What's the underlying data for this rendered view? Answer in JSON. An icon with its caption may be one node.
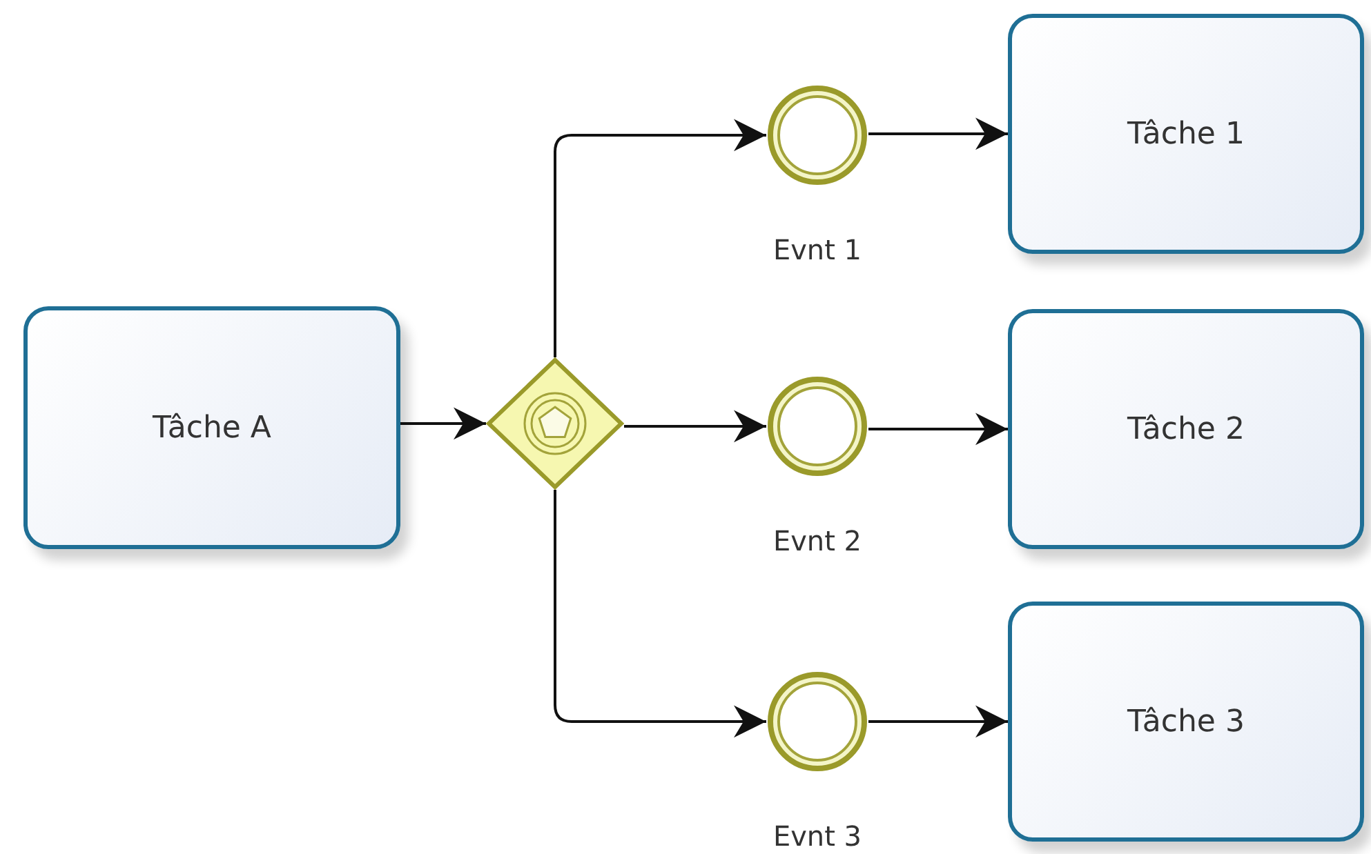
{
  "diagram": {
    "nodes": [
      {
        "text": [
          "Tâche A"
        ]
      },
      {
        "text": [],
        "shape": "diamond"
      },
      {
        "text": [],
        "shape": "circle",
        "beside": [
          "Evnt 1"
        ]
      },
      {
        "text": [
          "Tâche 1"
        ]
      },
      {
        "text": [],
        "shape": "circle",
        "beside": [
          "Evnt 2"
        ]
      },
      {
        "text": [
          "Tâche 2"
        ]
      },
      {
        "text": [],
        "shape": "circle",
        "beside": [
          "Evnt 3"
        ]
      },
      {
        "text": [
          "Tâche 3"
        ]
      }
    ],
    "edges": [
      {
        "from": 0,
        "to": 1,
        "arrow": "to"
      },
      {
        "from": 1,
        "to": 2,
        "arrow": "to"
      },
      {
        "from": 1,
        "to": 4,
        "arrow": "to"
      },
      {
        "from": 1,
        "to": 6,
        "arrow": "to"
      },
      {
        "from": 2,
        "to": 3,
        "arrow": "to"
      },
      {
        "from": 4,
        "to": 5,
        "arrow": "to"
      },
      {
        "from": 6,
        "to": 7,
        "arrow": "to"
      }
    ]
  }
}
